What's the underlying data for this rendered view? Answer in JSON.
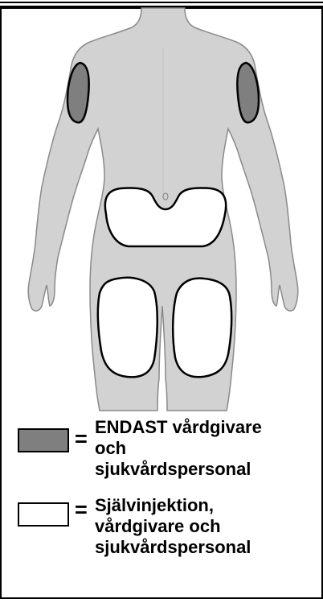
{
  "figure": {
    "subject": "injection-sites-back-view",
    "colors": {
      "body_fill": "#d2d2d2",
      "body_outline": "#8a8a8a",
      "caregiver_only_fill": "#7f7f7f",
      "self_injection_fill": "#ffffff",
      "zone_outline": "#000000"
    }
  },
  "legend": {
    "items": [
      {
        "swatch_color": "#7f7f7f",
        "symbol": "=",
        "lines": [
          "ENDAST vårdgivare",
          "och",
          "sjukvårdspersonal"
        ]
      },
      {
        "swatch_color": "#ffffff",
        "symbol": "=",
        "lines": [
          "Självinjektion,",
          "vårdgivare och",
          "sjukvårdspersonal"
        ]
      }
    ]
  }
}
